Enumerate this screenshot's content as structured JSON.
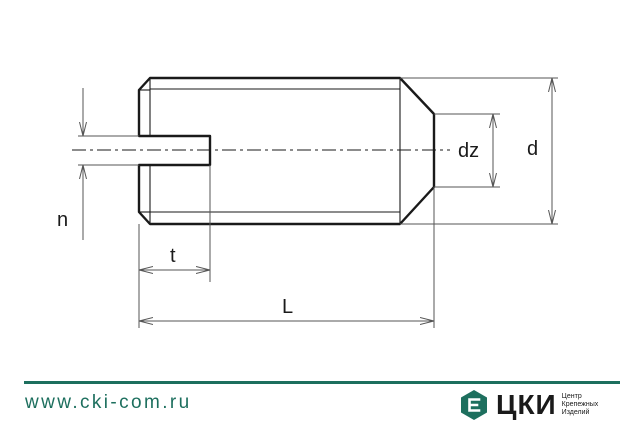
{
  "drawing": {
    "labels": {
      "n": "n",
      "t": "t",
      "L": "L",
      "dz": "dz",
      "d": "d"
    },
    "line_color": "#1a1a1a",
    "arrow_color": "#555555"
  },
  "footer": {
    "url": "www.cki-com.ru",
    "brand_name": "ЦКИ",
    "tagline": [
      "Центр",
      "Крепежных",
      "Изделий"
    ],
    "accent_color": "#1d6f5e"
  }
}
